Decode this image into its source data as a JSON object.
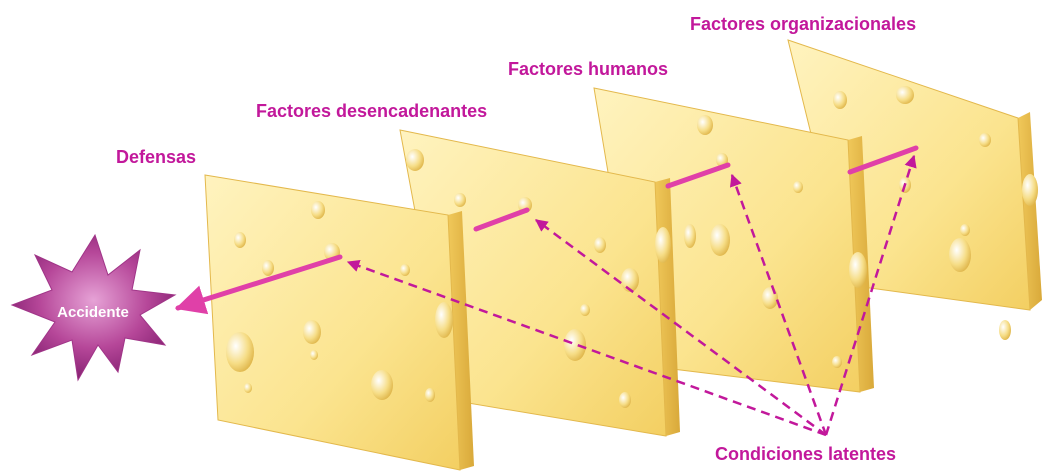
{
  "labels": {
    "organizacionales": "Factores organizacionales",
    "humanos": "Factores humanos",
    "desencadenantes": "Factores desencadenantes",
    "defensas": "Defensas",
    "condiciones": "Condiciones latentes",
    "accidente": "Accidente"
  },
  "colors": {
    "label": "#c2189b",
    "arrow": "#e040a8",
    "dashed": "#c2189b",
    "cheese_face": "#fbe79a",
    "cheese_edge": "#e8c456",
    "cheese_hole": "#f1cf6a",
    "star_dark": "#7c1a6a",
    "star_light": "#d46bb8"
  },
  "icons": {
    "slices": "swiss-cheese-slice-icon",
    "accident": "starburst-icon"
  }
}
